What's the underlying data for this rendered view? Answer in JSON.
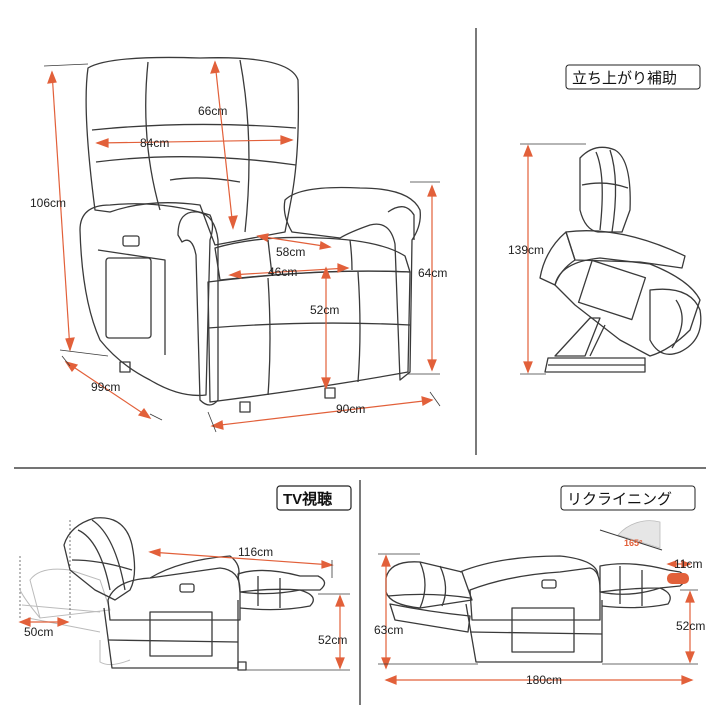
{
  "colors": {
    "dimension": "#e2603a",
    "outline": "#3a3a3a",
    "divider": "#222222",
    "accent": "#e2603a"
  },
  "front_view": {
    "depth": "99cm",
    "height": "106cm",
    "back_width": "84cm",
    "back_height": "66cm",
    "seat_depth": "58cm",
    "seat_width": "46cm",
    "seat_height": "52cm",
    "arm_height": "64cm",
    "total_width": "90cm"
  },
  "lift_view": {
    "title": "立ち上がり補助",
    "height": "139cm"
  },
  "tv_view": {
    "title": "TV視聴",
    "length": "116cm",
    "back_offset": "50cm",
    "seat_height": "52cm"
  },
  "recline_view": {
    "title": "リクライニング",
    "angle": "165°",
    "footrest": "11cm",
    "back_height": "63cm",
    "foot_height": "52cm",
    "total_length": "180cm"
  }
}
